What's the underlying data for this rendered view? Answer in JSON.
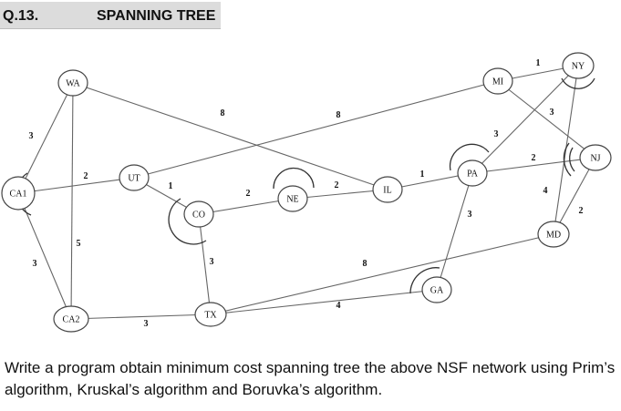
{
  "header": {
    "question_number": "Q.13.",
    "title": "SPANNING TREE"
  },
  "description": "Write a program obtain minimum cost spanning tree the above NSF network using Prim’s algorithm, Kruskal’s algorithm and Boruvka’s algorithm.",
  "graph": {
    "nodes": [
      "WA",
      "CA1",
      "CA2",
      "UT",
      "CO",
      "TX",
      "NE",
      "IL",
      "GA",
      "PA",
      "MI",
      "NY",
      "NJ",
      "MD"
    ],
    "edges": [
      {
        "from": "WA",
        "to": "CA1",
        "weight": "3"
      },
      {
        "from": "WA",
        "to": "CA2",
        "weight": "5"
      },
      {
        "from": "WA",
        "to": "IL",
        "weight": "8"
      },
      {
        "from": "CA1",
        "to": "UT",
        "weight": "2"
      },
      {
        "from": "CA1",
        "to": "CA2",
        "weight": "3"
      },
      {
        "from": "CA2",
        "to": "TX",
        "weight": "3"
      },
      {
        "from": "UT",
        "to": "CO",
        "weight": "1"
      },
      {
        "from": "UT",
        "to": "MI",
        "weight": "8"
      },
      {
        "from": "CO",
        "to": "NE",
        "weight": "2"
      },
      {
        "from": "CO",
        "to": "TX",
        "weight": "3"
      },
      {
        "from": "NE",
        "to": "IL",
        "weight": "2"
      },
      {
        "from": "IL",
        "to": "PA",
        "weight": "1"
      },
      {
        "from": "TX",
        "to": "GA",
        "weight": "4"
      },
      {
        "from": "TX",
        "to": "MD",
        "weight": "8"
      },
      {
        "from": "PA",
        "to": "GA",
        "weight": "3"
      },
      {
        "from": "PA",
        "to": "NY",
        "weight": "3"
      },
      {
        "from": "PA",
        "to": "NJ",
        "weight": "2"
      },
      {
        "from": "MI",
        "to": "NY",
        "weight": "1"
      },
      {
        "from": "MI",
        "to": "NJ",
        "weight": "3"
      },
      {
        "from": "NY",
        "to": "MD",
        "weight": "4"
      },
      {
        "from": "NJ",
        "to": "MD",
        "weight": "2"
      }
    ]
  }
}
